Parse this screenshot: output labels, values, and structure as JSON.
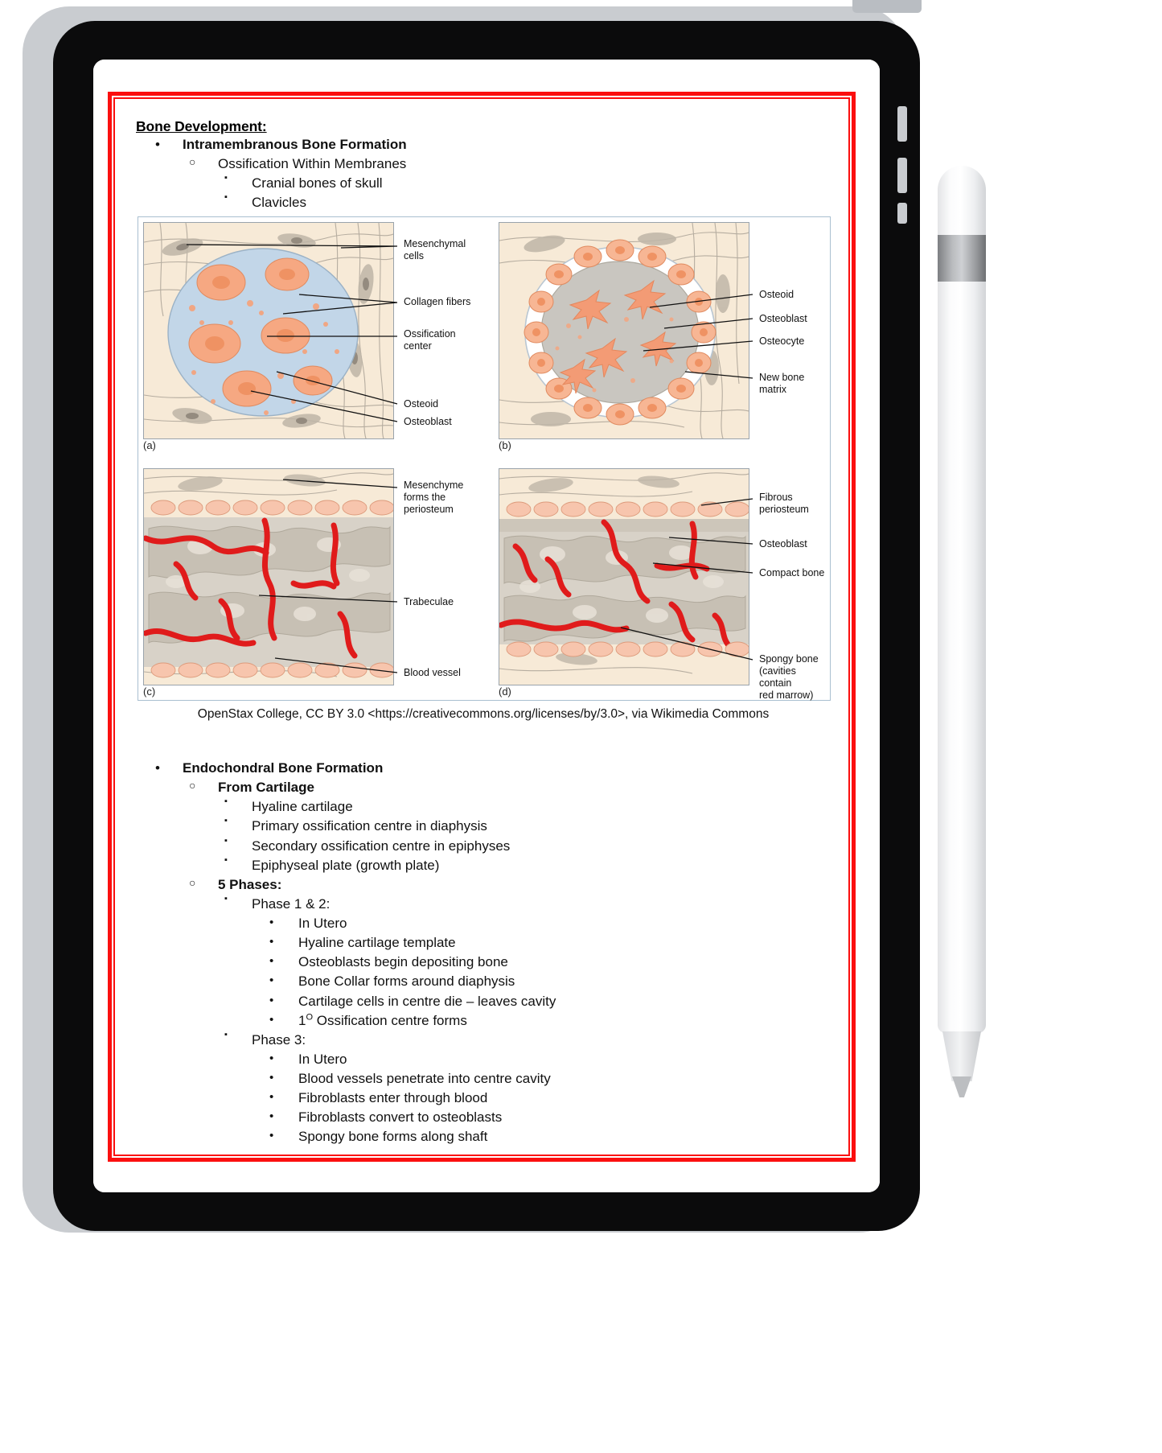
{
  "device": {
    "type": "tablet",
    "stylus": "stylus-pen"
  },
  "note": {
    "title": "Bone Development:",
    "section1": {
      "heading": "Intramembranous Bone Formation",
      "sub": "Ossification Within Membranes",
      "items": [
        "Cranial bones of skull",
        "Clavicles"
      ]
    },
    "credit": "OpenStax College, CC BY 3.0 <https://creativecommons.org/licenses/by/3.0>, via Wikimedia Commons",
    "section2": {
      "heading": "Endochondral Bone Formation",
      "sub1": "From Cartilage",
      "sub1_items": [
        "Hyaline cartilage",
        "Primary ossification centre in diaphysis",
        "Secondary ossification centre in epiphyses",
        "Epiphyseal plate (growth plate)"
      ],
      "sub2": "5 Phases:",
      "phase12_label": "Phase 1 & 2:",
      "phase12_items": [
        "In Utero",
        "Hyaline cartilage template",
        "Osteoblasts begin depositing bone",
        "Bone Collar forms around diaphysis",
        "Cartilage cells in centre die – leaves cavity"
      ],
      "phase12_last_prefix": "1",
      "phase12_last_sup": "O",
      "phase12_last_rest": " Ossification centre forms",
      "phase3_label": "Phase 3:",
      "phase3_items": [
        "In Utero",
        "Blood vessels penetrate into centre cavity",
        "Fibroblasts enter through blood",
        "Fibroblasts convert to osteoblasts",
        "Spongy bone forms along shaft"
      ]
    }
  },
  "figure": {
    "panel_a": {
      "tag": "(a)",
      "labels": [
        {
          "line1": "Mesenchymal",
          "line2": "cells"
        },
        {
          "line1": "Collagen fibers",
          "line2": ""
        },
        {
          "line1": "Ossification",
          "line2": "center"
        },
        {
          "line1": "Osteoid",
          "line2": ""
        },
        {
          "line1": "Osteoblast",
          "line2": ""
        }
      ]
    },
    "panel_b": {
      "tag": "(b)",
      "labels": [
        {
          "line1": "Osteoid",
          "line2": ""
        },
        {
          "line1": "Osteoblast",
          "line2": ""
        },
        {
          "line1": "Osteocyte",
          "line2": ""
        },
        {
          "line1": "New bone",
          "line2": "matrix"
        }
      ]
    },
    "panel_c": {
      "tag": "(c)",
      "labels": [
        {
          "line1": "Mesenchyme",
          "line2": "forms the",
          "line3": "periosteum"
        },
        {
          "line1": "Trabeculae",
          "line2": ""
        },
        {
          "line1": "Blood vessel",
          "line2": ""
        }
      ]
    },
    "panel_d": {
      "tag": "(d)",
      "labels": [
        {
          "line1": "Fibrous",
          "line2": "periosteum"
        },
        {
          "line1": "Osteoblast",
          "line2": ""
        },
        {
          "line1": "Compact bone",
          "line2": ""
        },
        {
          "line1": "Spongy bone",
          "line2": "(cavities contain",
          "line3": "red marrow)"
        }
      ]
    }
  },
  "colors": {
    "frame_red": "#fb0f0f",
    "figure_border": "#a9bfd0",
    "bone": "#cfc8bd",
    "vessel": "#e01b1b"
  }
}
